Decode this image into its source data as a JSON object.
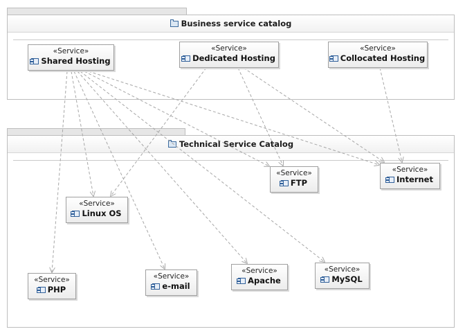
{
  "packages": {
    "business": {
      "title": "Business service catalog"
    },
    "technical": {
      "title": "Technical Service Catalog"
    }
  },
  "stereotype": "«Service»",
  "services": {
    "shared_hosting": "Shared Hosting",
    "dedicated_hosting": "Dedicated Hosting",
    "collocated_hosting": "Collocated Hosting",
    "ftp": "FTP",
    "internet": "Internet",
    "linux_os": "Linux OS",
    "php": "PHP",
    "email": "e-mail",
    "apache": "Apache",
    "mysql": "MySQL"
  },
  "dependencies": [
    [
      "shared_hosting",
      "php"
    ],
    [
      "shared_hosting",
      "linux_os"
    ],
    [
      "shared_hosting",
      "email"
    ],
    [
      "shared_hosting",
      "apache"
    ],
    [
      "shared_hosting",
      "mysql"
    ],
    [
      "shared_hosting",
      "ftp"
    ],
    [
      "shared_hosting",
      "internet"
    ],
    [
      "dedicated_hosting",
      "linux_os"
    ],
    [
      "dedicated_hosting",
      "ftp"
    ],
    [
      "dedicated_hosting",
      "internet"
    ],
    [
      "collocated_hosting",
      "internet"
    ]
  ],
  "colors": {
    "dependency_line": "#a6a6a6",
    "border": "#9f9f9f"
  }
}
